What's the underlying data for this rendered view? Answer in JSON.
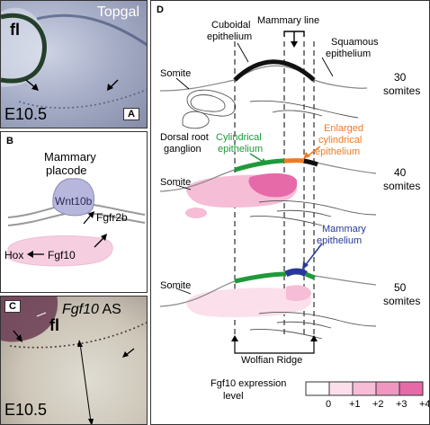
{
  "panel_a": {
    "tag": "A",
    "stain": "Topgal",
    "limb_label": "fl",
    "stage": "E10.5"
  },
  "panel_b": {
    "tag": "B",
    "title_line1": "Mammary",
    "title_line2": "placode",
    "wnt": "Wnt10b",
    "fgfr": "Fgfr2b",
    "hox": "Hox",
    "fgf": "Fgf10"
  },
  "panel_c": {
    "tag": "C",
    "probe": "Fgf10",
    "probe_suffix": "AS",
    "limb_label": "fl",
    "stage": "E10.5"
  },
  "panel_d": {
    "tag": "D",
    "labels": {
      "cuboidal_1": "Cuboidal",
      "cuboidal_2": "epithelium",
      "mammary_line": "Mammary line",
      "squamous_1": "Squamous",
      "squamous_2": "epithelium",
      "somite": "Somite",
      "dorsal_1": "Dorsal root",
      "dorsal_2": "ganglion",
      "cyl_1": "Cylindrical",
      "cyl_2": "epithelium",
      "enl_1": "Enlarged",
      "enl_2": "cylindrical",
      "enl_3": "epithelium",
      "mam_epi_1": "Mammary",
      "mam_epi_2": "epithelium",
      "wolfian": "Wolfian Ridge",
      "legend_1": "Fgf10 expression",
      "legend_2": "level"
    },
    "stages": [
      {
        "count": "30",
        "unit": "somites"
      },
      {
        "count": "40",
        "unit": "somites"
      },
      {
        "count": "50",
        "unit": "somites"
      }
    ],
    "legend": {
      "levels": [
        "0",
        "+1",
        "+2",
        "+3",
        "+4"
      ],
      "colors": [
        "#ffffff",
        "#fbe0ec",
        "#f6bdd6",
        "#ef97c0",
        "#e66aa8"
      ]
    },
    "colors": {
      "cylindrical": "#1e9a3a",
      "enlarged": "#f07a22",
      "mammary": "#27389a",
      "cuboidal": "#111111"
    }
  }
}
